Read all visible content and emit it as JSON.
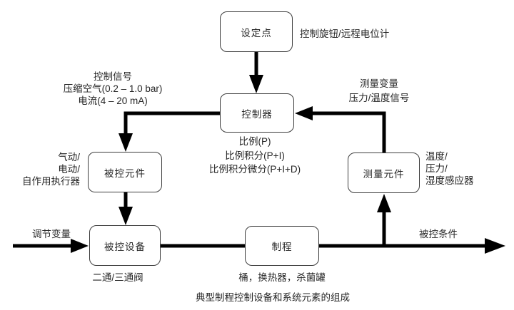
{
  "diagram": {
    "caption": "典型制程控制设备和系统元素的组成",
    "nodes": {
      "setpoint": "设定点",
      "controller": "控制器",
      "controlled_element": "被控元件",
      "controlled_device": "被控设备",
      "process": "制程",
      "measuring_element": "测量元件"
    },
    "annotations": {
      "setpoint_note": "控制旋钮/远程电位计",
      "control_signal": [
        "控制信号",
        "压缩空气(0.2 – 1.0 bar)",
        "电流(4 – 20 mA)"
      ],
      "measured_variable": [
        "测量变量",
        "压力/温度信号"
      ],
      "controller_modes": [
        "比例(P)",
        "比例积分(P+I)",
        "比例积分微分(P+I+D)"
      ],
      "actuator_types": [
        "气动/",
        "电动/",
        "自作用执行器"
      ],
      "sensor_types": [
        "温度/",
        "压力/",
        "湿度感应器"
      ],
      "regulating_variable": "调节变量",
      "controlled_condition": "被控条件",
      "device_note": "二通/三通阀",
      "process_note": "桶，换热器，杀菌罐"
    },
    "colors": {
      "line": "#000000",
      "box_border": "#3d3d3d",
      "text": "#262626",
      "background": "#ffffff"
    }
  }
}
